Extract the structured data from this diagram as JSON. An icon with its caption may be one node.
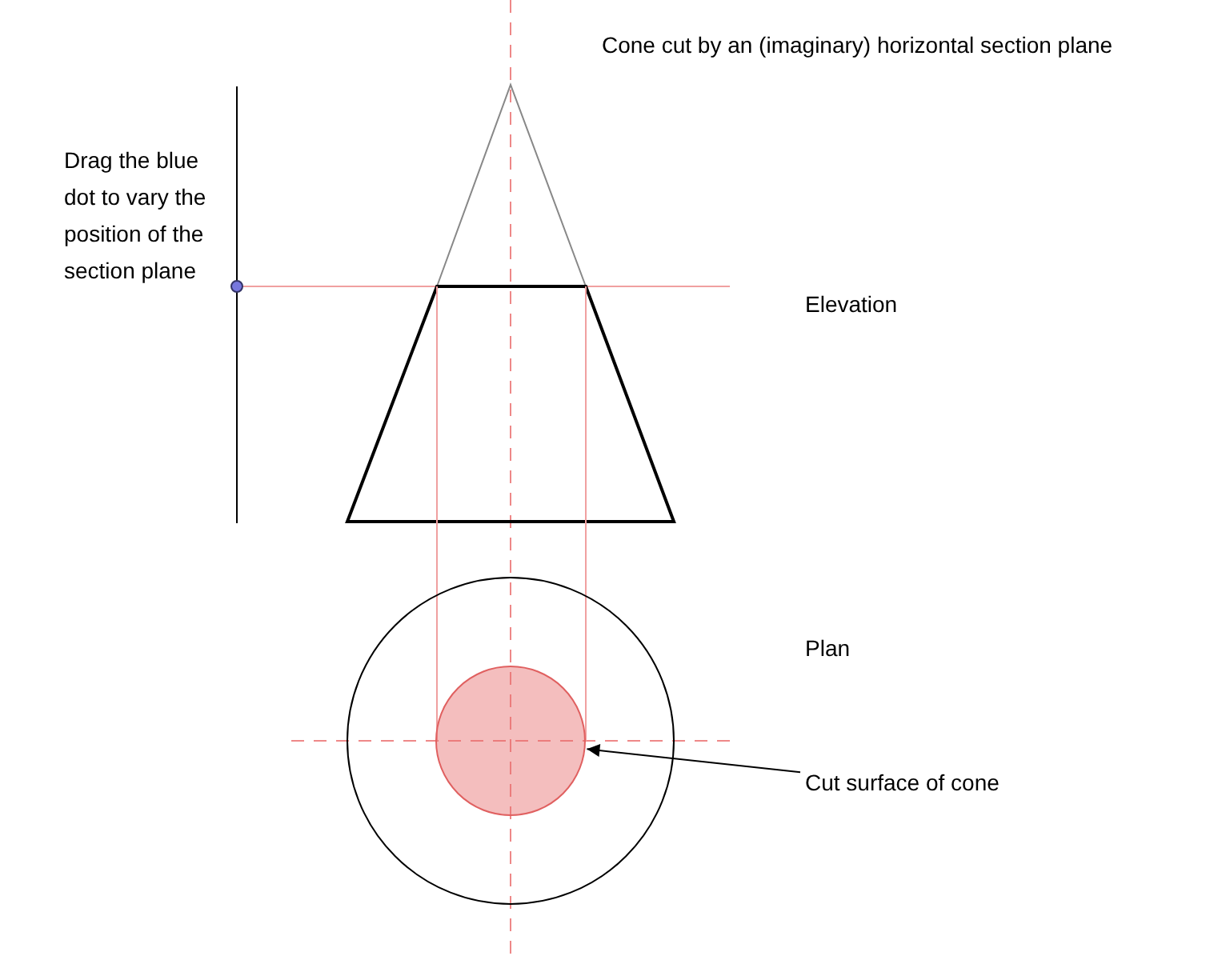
{
  "diagram": {
    "title": "Cone cut by an (imaginary) horizontal section plane",
    "nodes": [
      {
        "text": [
          "Cut surface of cone"
        ]
      },
      {
        "text": [],
        "shape": "circle"
      }
    ],
    "edges": [
      {
        "from": 0,
        "to": 1,
        "arrow": "to"
      }
    ],
    "labels": [
      "Drag the blue dot to vary the position of the section plane",
      "Elevation",
      "Plan"
    ]
  }
}
